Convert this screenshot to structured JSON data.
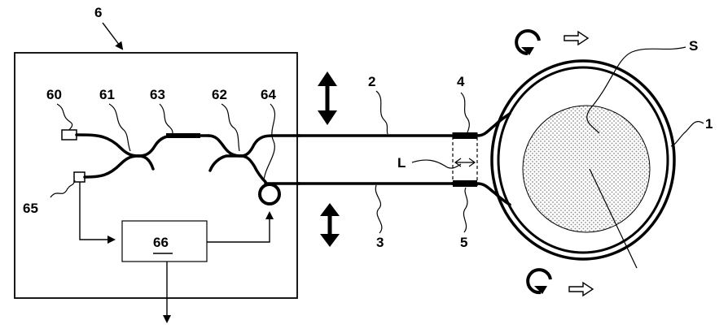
{
  "labels": {
    "system": "6",
    "source": "60",
    "coupler_1": "61",
    "coupler_2": "62",
    "segment": "63",
    "modulator": "64",
    "detector": "65",
    "processor": "66",
    "fiber_upper": "2",
    "fiber_lower": "3",
    "mirror_upper": "4",
    "mirror_lower": "5",
    "length": "L",
    "coil": "1",
    "area": "S"
  },
  "colors": {
    "line": "#000000",
    "background": "#ffffff",
    "dots": "#9a9a9a"
  },
  "icons": {
    "double_arrow": "vertical-double-headed-arrow",
    "rotation": "circular-rotation-arrow",
    "translation": "hollow-right-arrow"
  }
}
